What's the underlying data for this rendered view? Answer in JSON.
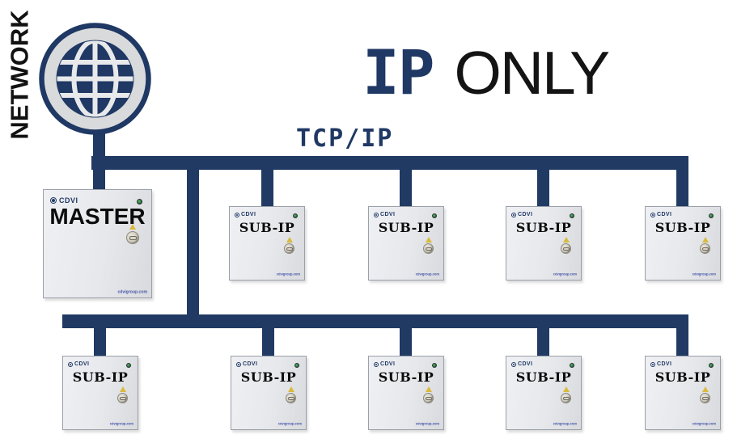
{
  "network_label": "NETWORK",
  "title": {
    "ip": "IP",
    "only": "ONLY"
  },
  "bus_label": "TCP/IP",
  "device_common": {
    "brand": "CDVI",
    "footer_url": "cdvigroup.com"
  },
  "rows": [
    {
      "devices": [
        "MASTER",
        "SUB-IP",
        "SUB-IP",
        "SUB-IP",
        "SUB-IP"
      ]
    },
    {
      "devices": [
        "SUB-IP",
        "SUB-IP",
        "SUB-IP",
        "SUB-IP",
        "SUB-IP"
      ]
    }
  ],
  "counts": {
    "row1_devices": 5,
    "row2_devices": 5
  },
  "colors": {
    "navy_accent": "#1F3864",
    "wire_navy": "#203A64",
    "title_black": "#141414",
    "box_background": "#e6e8ec",
    "box_border": "#9aa0a8",
    "led_green": "#2e8b3d",
    "warning_yellow": "#d9ba3e",
    "footer_blue": "#4553a8",
    "globe_ring_gray": "#d9dadc"
  },
  "icons": {
    "globe": "globe-network-icon",
    "led": "status-led-icon",
    "lock": "key-lock-icon",
    "warning": "warning-triangle-icon",
    "brand_ring": "cdvi-logo-icon"
  }
}
